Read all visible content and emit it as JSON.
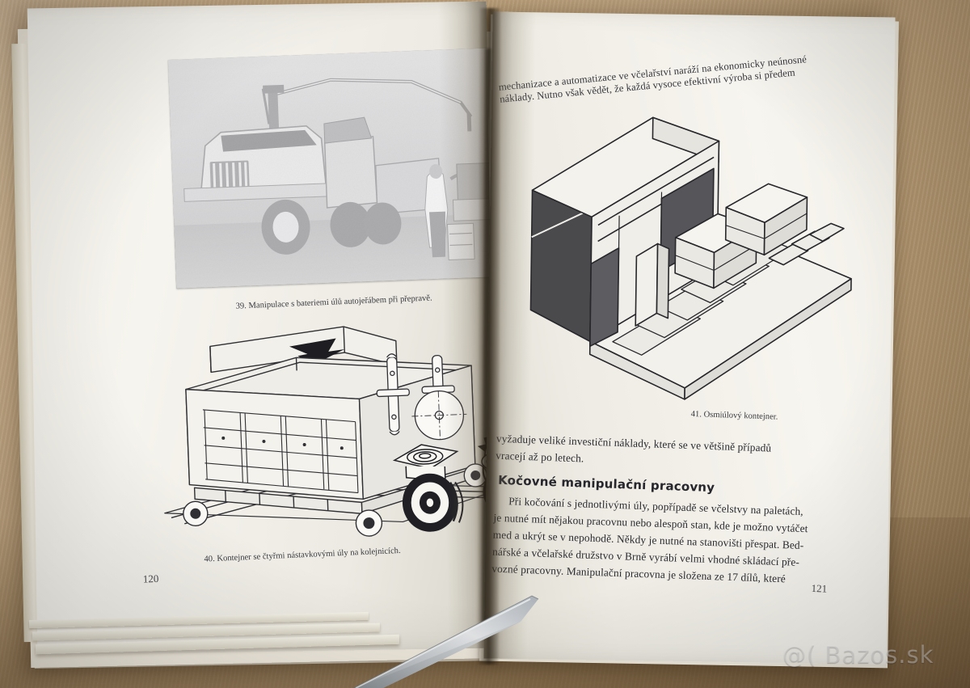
{
  "scene": {
    "kind": "photo-of-open-book-on-desk",
    "desk_color": "#c2a47c",
    "page_color": "#f4f1ea",
    "ink_color": "#2d2d33"
  },
  "watermark": {
    "text": "@( Bazos.sk",
    "color": "#ffffff"
  },
  "left_page": {
    "page_number": "120",
    "figure_39": {
      "type": "halftone-photograph",
      "subject": "truck-with-crane-lifting-hive-batteries",
      "caption": "39. Manipulace s bateriemi úlů autojeřábem při přepravě."
    },
    "figure_40": {
      "type": "line-drawing",
      "subject": "container-with-four-hives-on-rails-plus-caster-details",
      "caption": "40. Kontejner se čtyřmi nástavkovými úly na kolejnicích."
    }
  },
  "right_page": {
    "page_number": "121",
    "top_lines": [
      "mechanizace a automatizace ve včelařství naráží na ekonomicky neúnosné",
      "náklady. Nutno však vědět, že každá vysoce efektivní výroba si předem"
    ],
    "figure_41": {
      "type": "isometric-line-drawing",
      "subject": "eight-hive-container",
      "caption": "41. Osmiúlový kontejner."
    },
    "paragraph_top": [
      "vyžaduje veliké investiční náklady, které se ve většině případů",
      "vracejí až po letech."
    ],
    "heading": "Kočovné manipulační pracovny",
    "paragraph_body": [
      "Při kočování s jednotlivými úly, popřípadě se včelstvy na paletách,",
      "je nutné mít nějakou pracovnu nebo alespoň stan, kde je možno vytáčet",
      "med a ukrýt se v nepohodě. Někdy je nutné na stanovišti přespat. Bed-",
      "nářské a včelařské družstvo v Brně vyrábí velmi vhodné skládací pře-",
      "vozné pracovny. Manipulační pracovna je složena ze 17 dílů, které"
    ]
  },
  "objects": {
    "knife": {
      "label": "metal-blade-tip",
      "color": "#b9bcc0"
    }
  }
}
